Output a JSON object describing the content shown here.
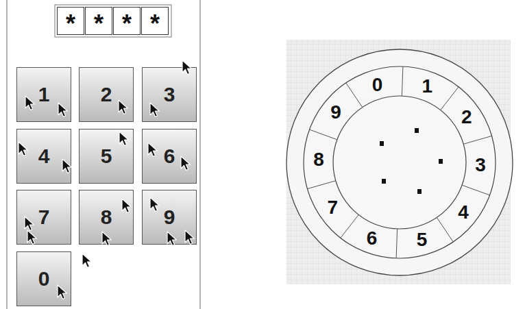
{
  "diagram": {
    "nodes": [
      {
        "text": [
          "*"
        ]
      },
      {
        "text": [
          "*"
        ]
      },
      {
        "text": [
          "*"
        ]
      },
      {
        "text": [
          "*"
        ]
      },
      {
        "text": [
          "1"
        ]
      },
      {
        "text": [
          "2"
        ]
      },
      {
        "text": [
          "3"
        ]
      },
      {
        "text": [
          "4"
        ]
      },
      {
        "text": [
          "5"
        ]
      },
      {
        "text": [
          "6"
        ]
      },
      {
        "text": [
          "7"
        ]
      },
      {
        "text": [
          "8"
        ]
      },
      {
        "text": [
          "9"
        ]
      },
      {
        "text": [
          "0"
        ]
      }
    ],
    "labels": [
      "0",
      "1",
      "2",
      "3",
      "4",
      "5",
      "6",
      "7",
      "8",
      "9"
    ]
  }
}
